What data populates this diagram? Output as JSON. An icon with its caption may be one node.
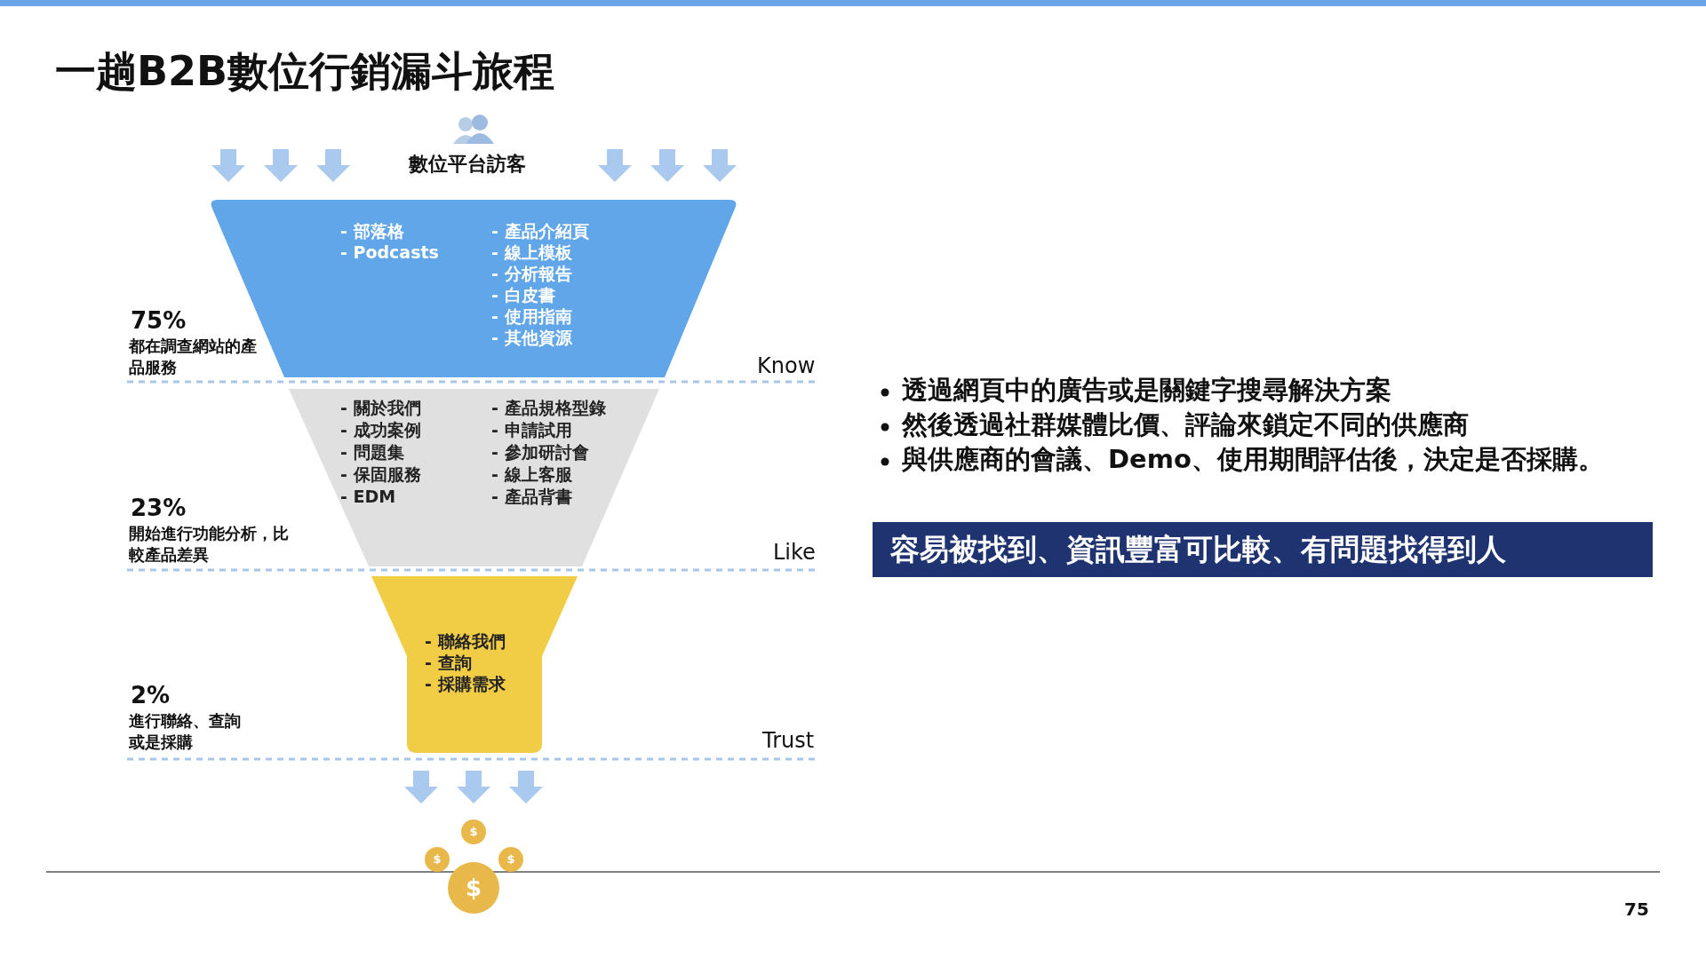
{
  "diagram": {
    "title": "一趟B2B數位行銷漏斗旅程",
    "nodes": [
      {
        "text": [
          "- 部落格",
          "- Podcasts",
          "- 產品介紹頁",
          "- 線上模板",
          "- 分析報告",
          "- 白皮書",
          "- 使用指南",
          "- 其他資源"
        ],
        "beside": [
          "75%",
          "都在調查網站的產品服務"
        ]
      },
      {
        "text": [
          "- 關於我們",
          "- 成功案例",
          "- 問題集",
          "- 保固服務",
          "- EDM",
          "- 產品規格型錄",
          "- 申請試用",
          "- 參加研討會",
          "- 線上客服",
          "- 產品背書"
        ],
        "beside": [
          "23%",
          "開始進行功能分析，比較產品差異"
        ]
      },
      {
        "text": [
          "- 聯絡我們",
          "- 查詢",
          "- 採購需求"
        ],
        "beside": [
          "2%",
          "進行聯絡、查詢或是採購"
        ]
      },
      {
        "text": [
          "容易被找到、資訊豐富可比較、有問題找得到人"
        ]
      }
    ],
    "labels": [
      "數位平台訪客",
      "Know",
      "Like",
      "Trust",
      "透過網頁中的廣告或是關鍵字搜尋解決方案",
      "然後透過社群媒體比價、評論來鎖定不同的供應商",
      "與供應商的會議、Demo、使用期間評估後，決定是否採購。",
      "$",
      "$",
      "$",
      "$",
      "75"
    ]
  }
}
